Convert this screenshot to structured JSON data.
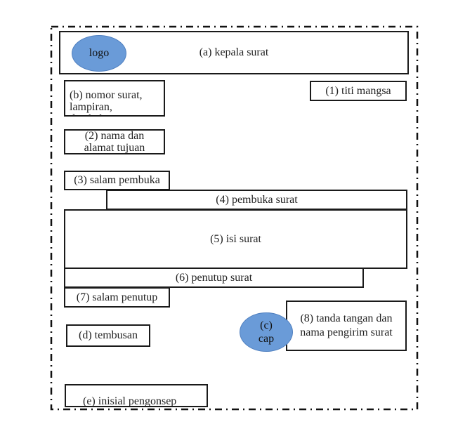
{
  "colors": {
    "ellipse_fill": "#6a9bd8",
    "border": "#1a1a1a"
  },
  "header": {
    "logo": "logo",
    "kepala_surat": "(a) kepala surat"
  },
  "nomor": "(b) nomor surat,\nlampiran,\ndan hal",
  "titi_mangsa": "(1) titi mangsa",
  "tujuan": "(2) nama dan\nalamat tujuan",
  "salam_pembuka": "(3) salam pembuka",
  "pembuka_surat": "(4) pembuka surat",
  "isi_surat": "(5) isi surat",
  "penutup_surat": "(6) penutup surat",
  "salam_penutup": "(7) salam penutup",
  "tembusan": "(d) tembusan",
  "cap": "(c)\ncap",
  "tanda_tangan": "(8) tanda tangan dan\nnama pengirim surat",
  "inisial": "(e) inisial pengonsep\nsurat"
}
